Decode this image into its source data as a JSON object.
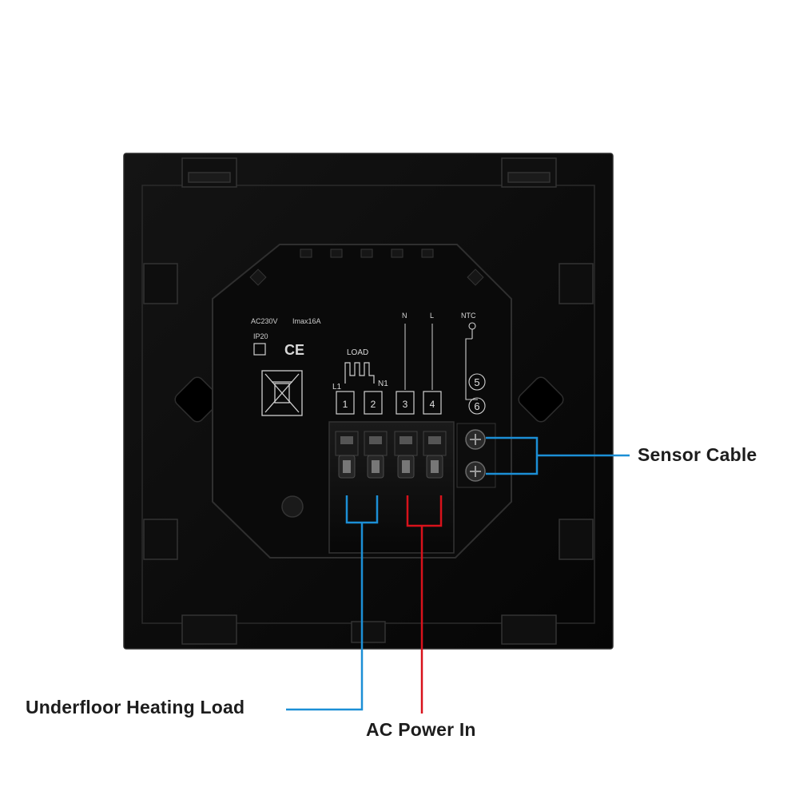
{
  "callouts": {
    "sensor_cable": "Sensor Cable",
    "underfloor_heating_load": "Underfloor Heating Load",
    "ac_power_in": "AC Power In"
  },
  "device": {
    "rating_voltage": "AC230V",
    "rating_current": "Imax16A",
    "ip_rating": "IP20",
    "ce_mark": "CE",
    "load_label": "LOAD",
    "terminal_l1": "L1",
    "terminal_n1": "N1",
    "label_n": "N",
    "label_l": "L",
    "label_ntc": "NTC",
    "terminals": [
      "1",
      "2",
      "3",
      "4"
    ],
    "sensor_terminals": [
      "5",
      "6"
    ]
  },
  "colors": {
    "background": "#ffffff",
    "device_body": "#0b0b0b",
    "load_line": "#1c8fd6",
    "power_line": "#d8121b",
    "sensor_line": "#1c8fd6",
    "label_text": "#1d1d1d"
  },
  "icons": [
    "weee-crossed-bin-icon",
    "ip20-square-icon",
    "ce-mark",
    "ntc-sensor-icon",
    "screw-terminal-icon"
  ]
}
